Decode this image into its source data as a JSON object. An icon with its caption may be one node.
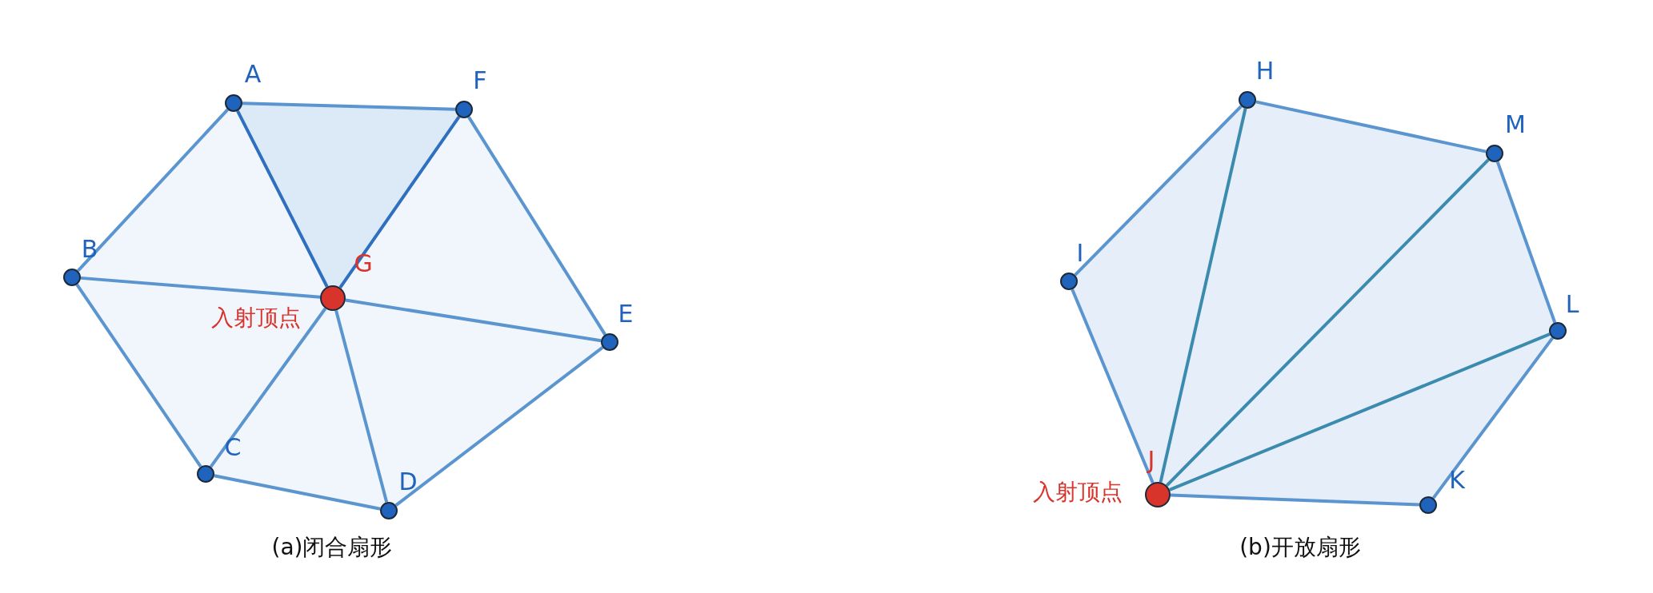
{
  "diagram": {
    "nodes": [
      {
        "text": [],
        "shape": "circle",
        "beside": [
          "A"
        ]
      },
      {
        "text": [],
        "shape": "circle",
        "beside": [
          "F"
        ]
      },
      {
        "text": [],
        "shape": "circle",
        "beside": [
          "B"
        ]
      },
      {
        "text": [],
        "shape": "circle",
        "beside": [
          "G",
          "入射顶点"
        ]
      },
      {
        "text": [],
        "shape": "circle",
        "beside": [
          "E"
        ]
      },
      {
        "text": [],
        "shape": "circle",
        "beside": [
          "C"
        ]
      },
      {
        "text": [],
        "shape": "circle",
        "beside": [
          "D"
        ]
      },
      {
        "text": [],
        "shape": "circle",
        "beside": [
          "H"
        ]
      },
      {
        "text": [],
        "shape": "circle",
        "beside": [
          "M"
        ]
      },
      {
        "text": [],
        "shape": "circle",
        "beside": [
          "I"
        ]
      },
      {
        "text": [],
        "shape": "circle",
        "beside": [
          "L"
        ]
      },
      {
        "text": [],
        "shape": "circle",
        "beside": [
          "J",
          "入射顶点"
        ]
      },
      {
        "text": [],
        "shape": "circle",
        "beside": [
          "K"
        ]
      }
    ],
    "edges": [
      {
        "from": 0,
        "to": 1,
        "arrow": "none"
      },
      {
        "from": 1,
        "to": 4,
        "arrow": "none"
      },
      {
        "from": 4,
        "to": 6,
        "arrow": "none"
      },
      {
        "from": 6,
        "to": 5,
        "arrow": "none"
      },
      {
        "from": 5,
        "to": 2,
        "arrow": "none"
      },
      {
        "from": 2,
        "to": 0,
        "arrow": "none"
      },
      {
        "from": 3,
        "to": 0,
        "arrow": "none",
        "color": "#2e6fc0"
      },
      {
        "from": 3,
        "to": 1,
        "arrow": "none",
        "color": "#2e6fc0"
      },
      {
        "from": 3,
        "to": 2,
        "arrow": "none"
      },
      {
        "from": 3,
        "to": 4,
        "arrow": "none"
      },
      {
        "from": 3,
        "to": 5,
        "arrow": "none"
      },
      {
        "from": 3,
        "to": 6,
        "arrow": "none"
      },
      {
        "from": 7,
        "to": 8,
        "arrow": "none"
      },
      {
        "from": 8,
        "to": 10,
        "arrow": "none"
      },
      {
        "from": 10,
        "to": 12,
        "arrow": "none"
      },
      {
        "from": 12,
        "to": 11,
        "arrow": "none"
      },
      {
        "from": 11,
        "to": 9,
        "arrow": "none"
      },
      {
        "from": 9,
        "to": 7,
        "arrow": "none"
      },
      {
        "from": 11,
        "to": 7,
        "arrow": "none",
        "color": "#3b8bae"
      },
      {
        "from": 11,
        "to": 8,
        "arrow": "none",
        "color": "#3b8bae"
      },
      {
        "from": 11,
        "to": 10,
        "arrow": "none",
        "color": "#3b8bae"
      }
    ],
    "labels": [
      "(a)闭合扇形",
      "(b)开放扇形"
    ]
  }
}
